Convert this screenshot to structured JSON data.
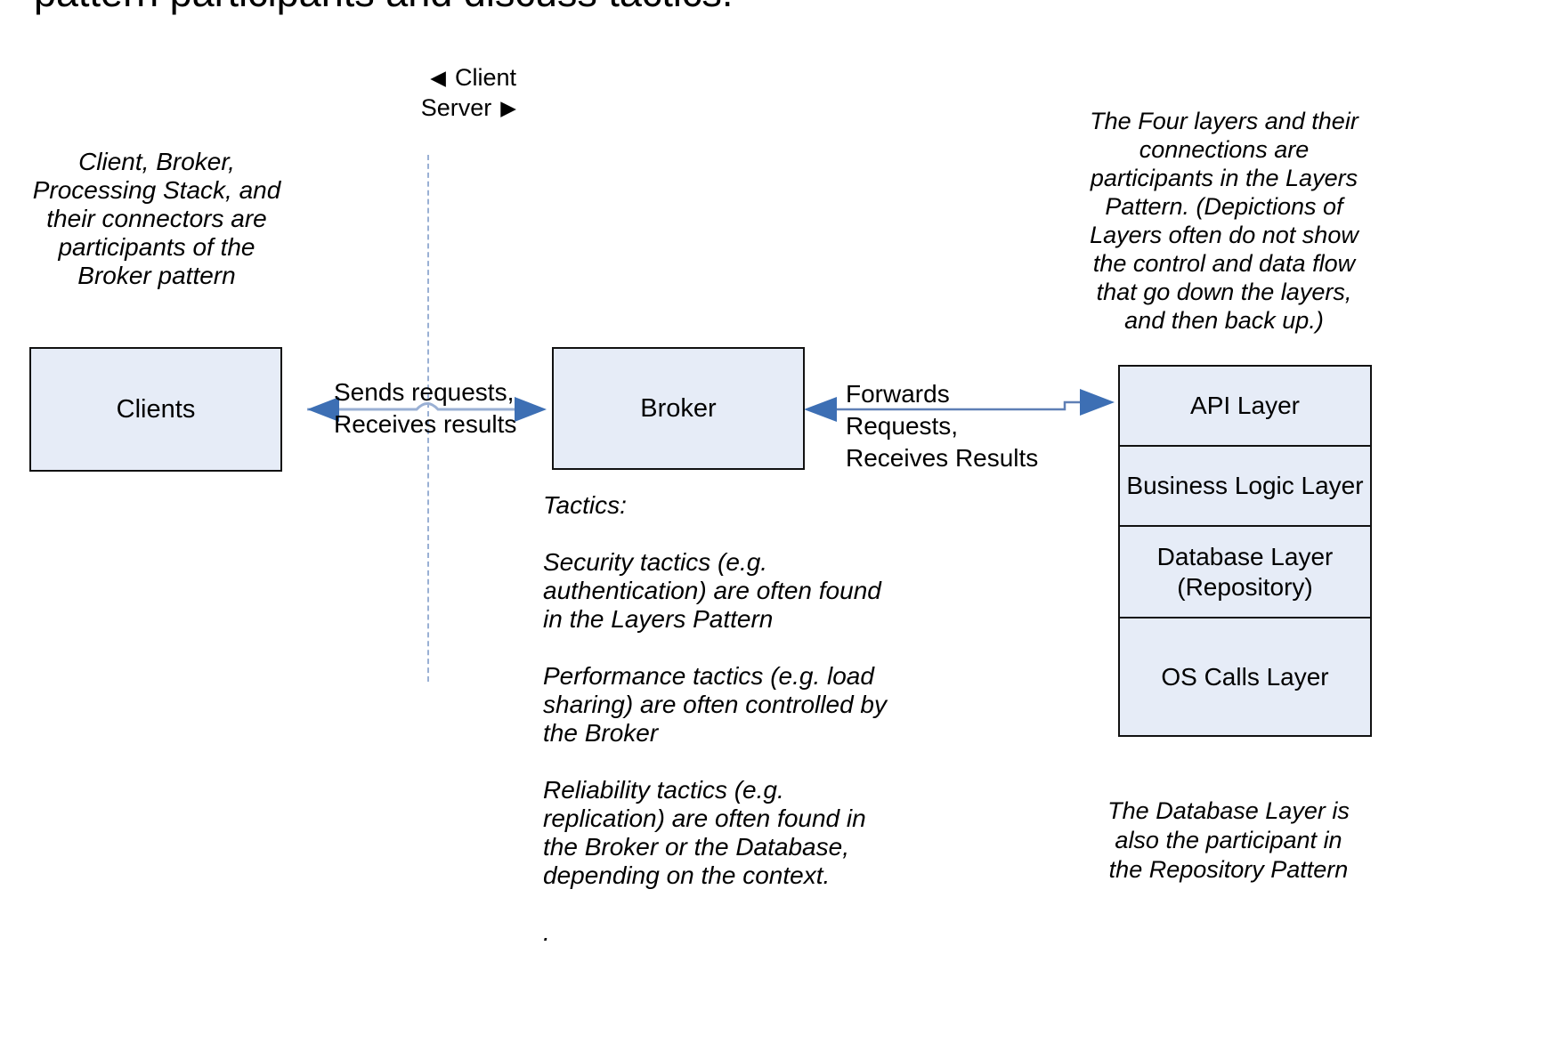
{
  "slide": {
    "title": "pattern participants and discuss tactics."
  },
  "legend": {
    "client_label": "Client",
    "server_label": "Server",
    "left_arrow_glyph": "◀",
    "right_arrow_glyph": "▶"
  },
  "annotations": {
    "left": "Client, Broker, Processing Stack, and their connectors are participants of the Broker pattern",
    "right_top": "The Four layers and their connections are participants in the Layers Pattern. (Depictions of Layers often do not show the control and data flow that go down the layers, and then back up.)",
    "right_bottom": "The Database Layer is also the participant in the Repository Pattern"
  },
  "tactics": {
    "heading": "Tactics:",
    "items": [
      "Security tactics (e.g. authentication) are often found in the Layers Pattern",
      "Performance tactics (e.g. load sharing) are often controlled by the Broker",
      "Reliability tactics (e.g. replication) are often found in the Broker or the Database, depending on the context."
    ],
    "trailing_dot": "."
  },
  "nodes": {
    "clients": "Clients",
    "broker": "Broker"
  },
  "layers": [
    "API Layer",
    "Business Logic Layer",
    "Database Layer\n(Repository)",
    "OS Calls Layer"
  ],
  "edges": {
    "clients_broker": "Sends requests,\nReceives results",
    "broker_layers": "Forwards Requests,\nReceives Results"
  },
  "colors": {
    "box_fill": "#e6ecf7",
    "box_border": "#111111",
    "arrow_blue": "#3d6fb4",
    "connector_line": "#9ab0d4",
    "divider_dash": "#9ab0d4",
    "text": "#000000"
  }
}
